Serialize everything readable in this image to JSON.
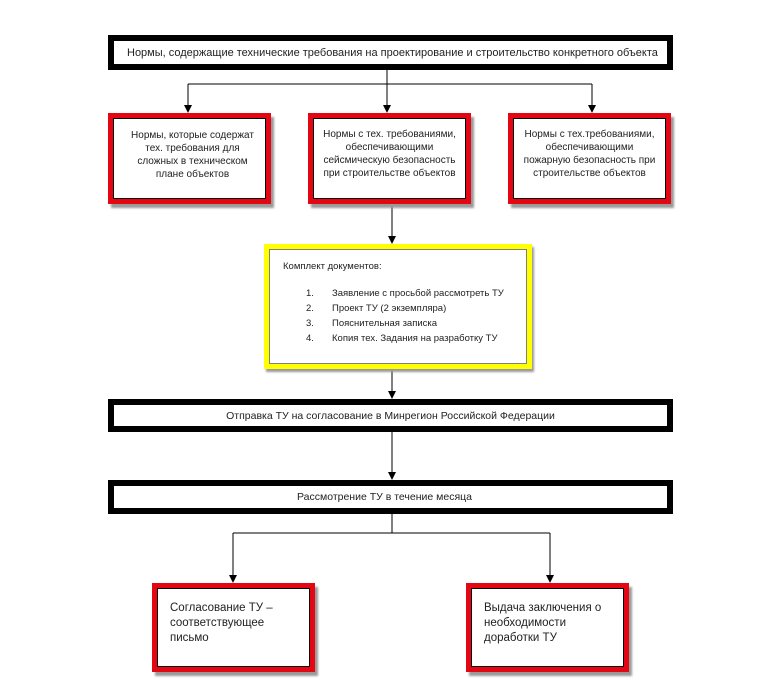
{
  "diagram": {
    "top": {
      "title": "Нормы, содержащие технические требования на проектирование и строительство конкретного объекта"
    },
    "norm_boxes": [
      {
        "lines": [
          "Нормы, которые содержат",
          "тех. требования для",
          "сложных в техническом",
          "плане объектов"
        ]
      },
      {
        "lines": [
          "Нормы с тех. требованиями,",
          "обеспечивающими",
          "сейсмическую безопасность",
          "при строительстве объектов"
        ]
      },
      {
        "lines": [
          "Нормы с тех.требованиями,",
          "обеспечивающими",
          "пожарную безопасность при",
          "строительстве объектов"
        ]
      }
    ],
    "documents": {
      "header": "Комплект документов:",
      "items": [
        {
          "num": "1.",
          "text": "Заявление с просьбой рассмотреть ТУ"
        },
        {
          "num": "2.",
          "text": "Проект ТУ (2 экземпляра)"
        },
        {
          "num": "3.",
          "text": "Пояснительная записка"
        },
        {
          "num": "4.",
          "text": "Копия тех. Задания на разработку ТУ"
        }
      ]
    },
    "send": {
      "text": "Отправка ТУ на согласование в Минрегион Российской Федерации"
    },
    "review": {
      "text": "Рассмотрение ТУ в течение месяца"
    },
    "outcomes": [
      {
        "lines": [
          "Согласование ТУ –",
          "соответствующее",
          "письмо"
        ]
      },
      {
        "lines": [
          "Выдача заключения о",
          "необходимости",
          "доработки ТУ"
        ]
      }
    ],
    "colors": {
      "black_border": "#000000",
      "red_border": "#e30613",
      "yellow_border": "#ffff00",
      "shadow": "#9a9a9a",
      "connector": "#000000"
    }
  }
}
